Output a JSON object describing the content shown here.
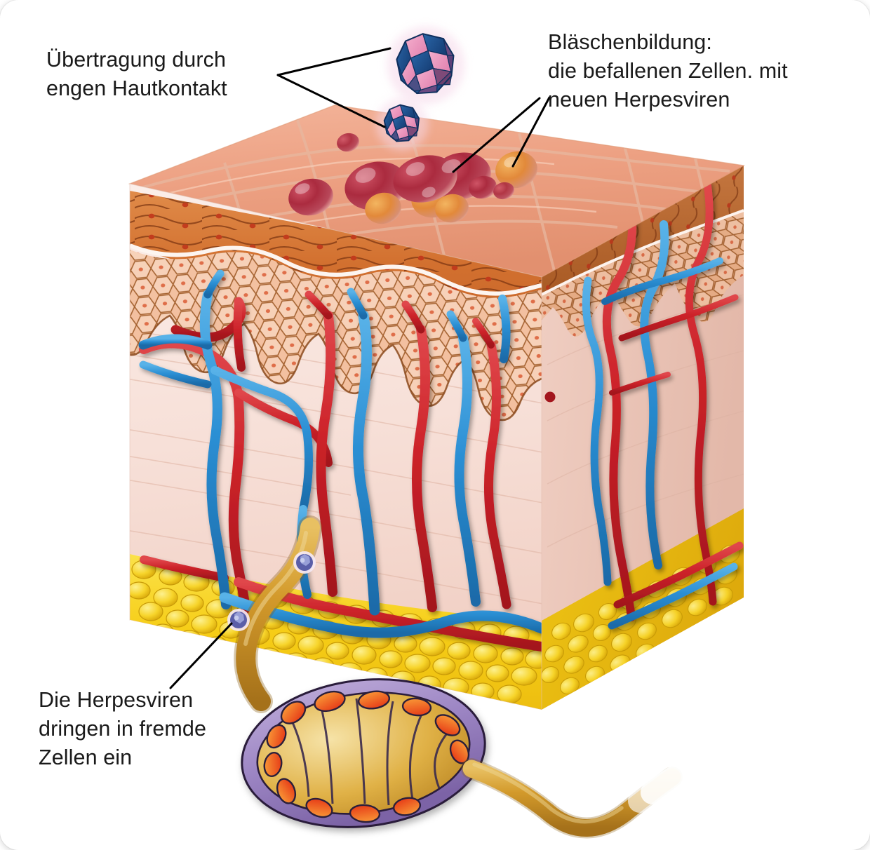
{
  "illustration": {
    "title": "Herpes-simplex-Infektion der Haut",
    "background_color": "#ffffff"
  },
  "labels": {
    "transmission": {
      "text": "Übertragung durch\nengen Hautkontakt",
      "name": "transmission-label"
    },
    "blisters": {
      "text": "Bläschenbildung:\ndie befallenen Zellen. mit\nneuen Herpesviren",
      "name": "blister-formation-label"
    },
    "nerve": {
      "text": "Die Herpesviren\ndringen in fremde\nZellen ein",
      "name": "nerve-invasion-label"
    }
  },
  "anatomy": {
    "layers": [
      {
        "id": "surface",
        "label": "Hautoberfläche",
        "color": "#eda183"
      },
      {
        "id": "stratum-corneum",
        "label": "Hornschicht",
        "color": "#d9763d"
      },
      {
        "id": "epidermis",
        "label": "Epidermis",
        "color": "#f3c0a3"
      },
      {
        "id": "dermis",
        "label": "Dermis",
        "color": "#f6ded6"
      },
      {
        "id": "subcutis",
        "label": "Unterhautfettgewebe",
        "color": "#f5d215"
      }
    ],
    "vessels": [
      {
        "id": "artery",
        "label": "Arterie",
        "color": "#cc2229"
      },
      {
        "id": "vein",
        "label": "Vene",
        "color": "#2b8fd4"
      }
    ],
    "nerve": {
      "label": "Nervenfaser",
      "axon_color": "#d39a2b",
      "sheath_color": "#9d86c4",
      "nucleus_color": "#ef5a21"
    },
    "virus": {
      "label": "Herpesvirus",
      "facet_light": "#f2a2c4",
      "facet_dark": "#1f4e8c"
    },
    "blister": {
      "label": "Bläschen",
      "color_dark": "#b02a3e",
      "color_amber": "#e28a35"
    }
  },
  "counts": {
    "free_viruses": 2,
    "nerve_viruses": 2,
    "blisters": 12
  }
}
